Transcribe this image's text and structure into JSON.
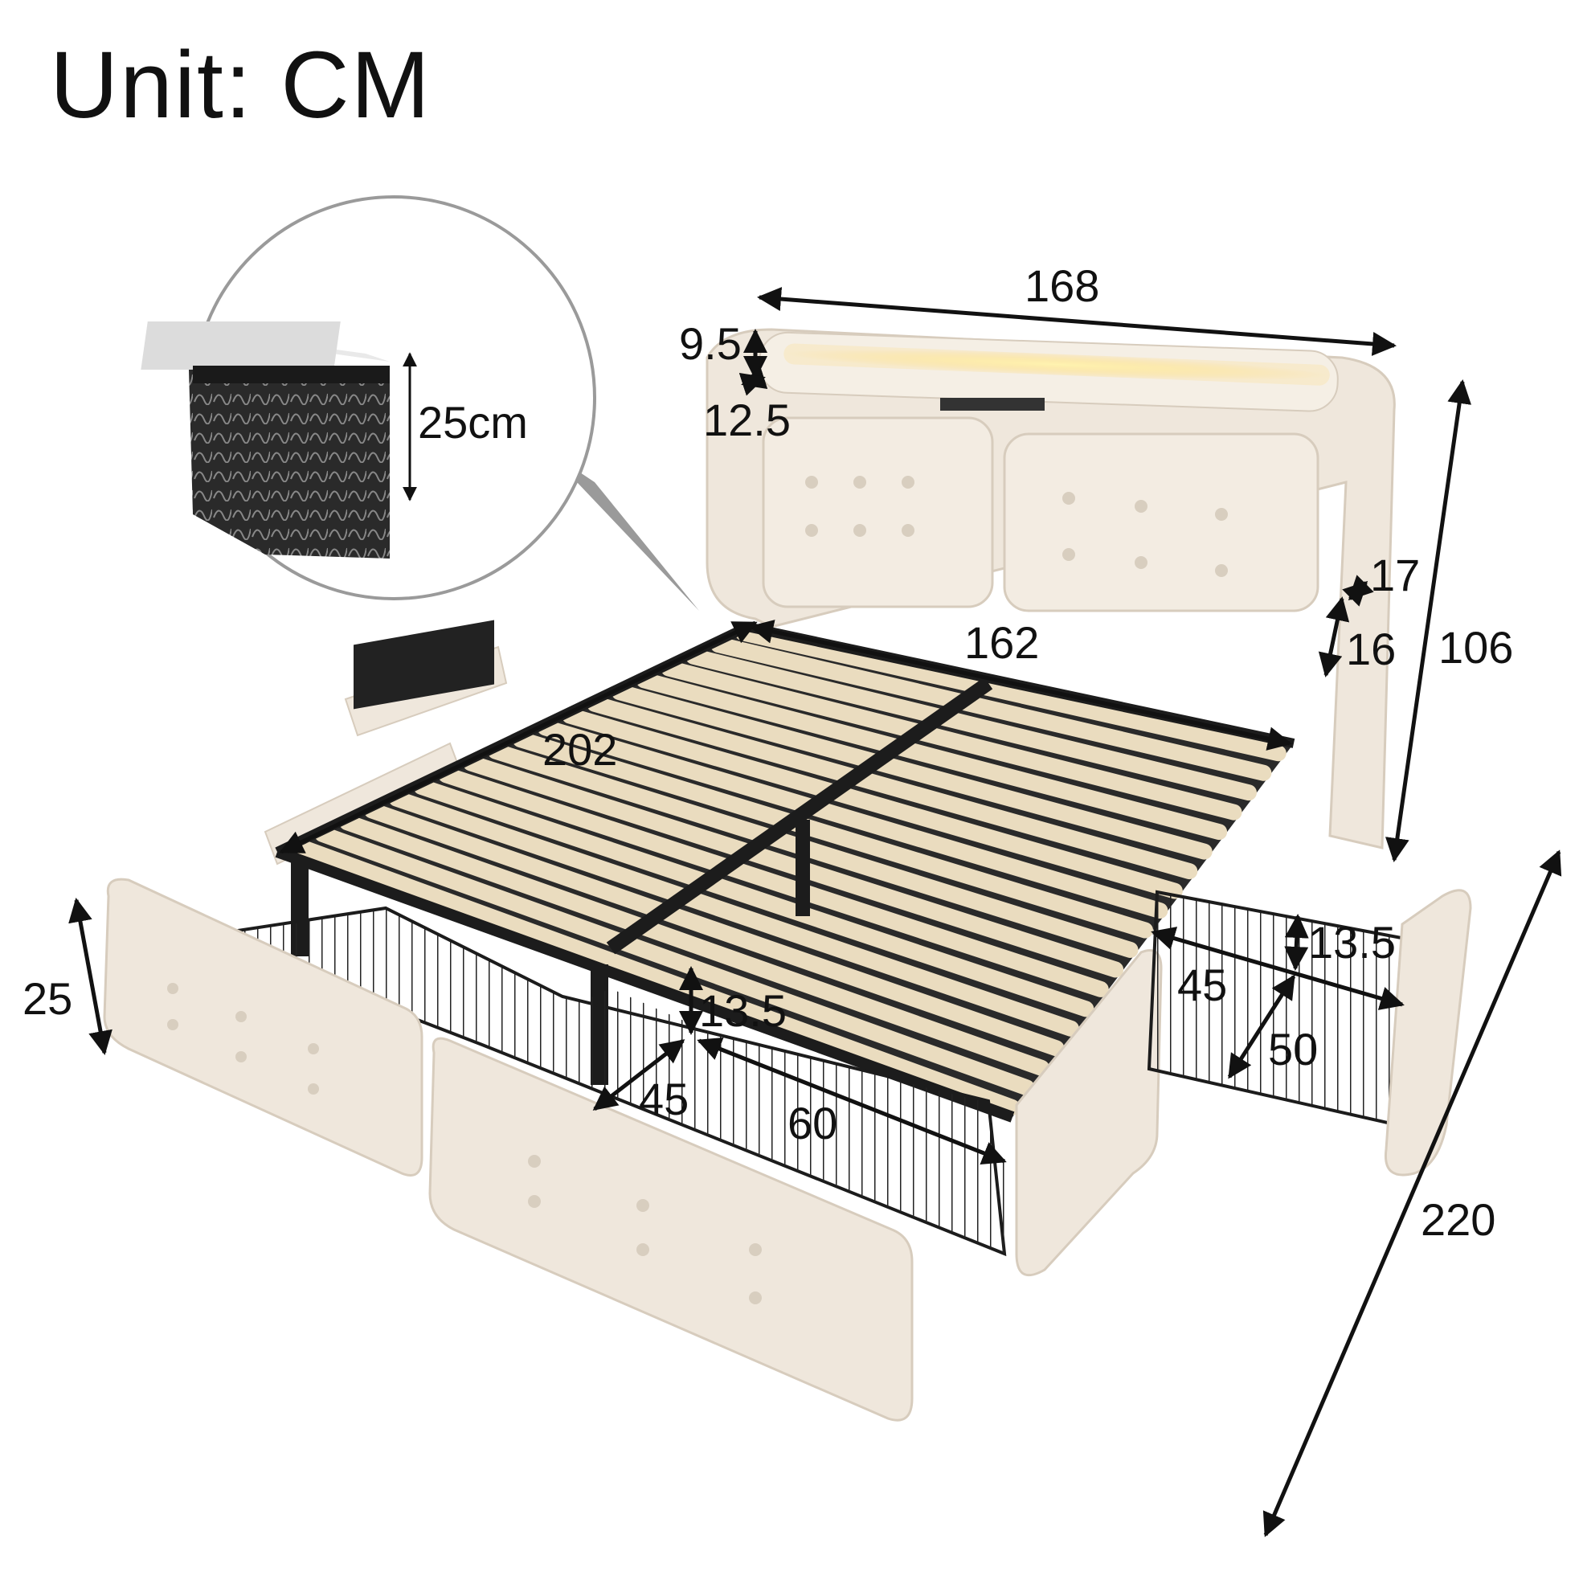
{
  "title": "Unit: CM",
  "mattress_height": "25cm",
  "dimensions": {
    "width_total": "168",
    "light_bar_height": "9.5",
    "light_bar_depth": "12.5",
    "wing_depth": "17",
    "wing_height": "16",
    "bed_height": "106",
    "inner_width": "162",
    "inner_length": "202",
    "drawer_front_height": "25",
    "drawer_depth_front": "13.5",
    "drawer_width_front": "45",
    "drawer_length_front": "60",
    "drawer_depth_side": "13.5",
    "drawer_width_side": "45",
    "drawer_length_side": "50",
    "bed_length_total": "220"
  },
  "colors": {
    "fabric": "#efe7dc",
    "fabric_shadow": "#d9cfc1",
    "slat": "#eadcbf",
    "metal": "#1c1c1c",
    "led": "#ffd66b",
    "arrow": "#111111"
  }
}
